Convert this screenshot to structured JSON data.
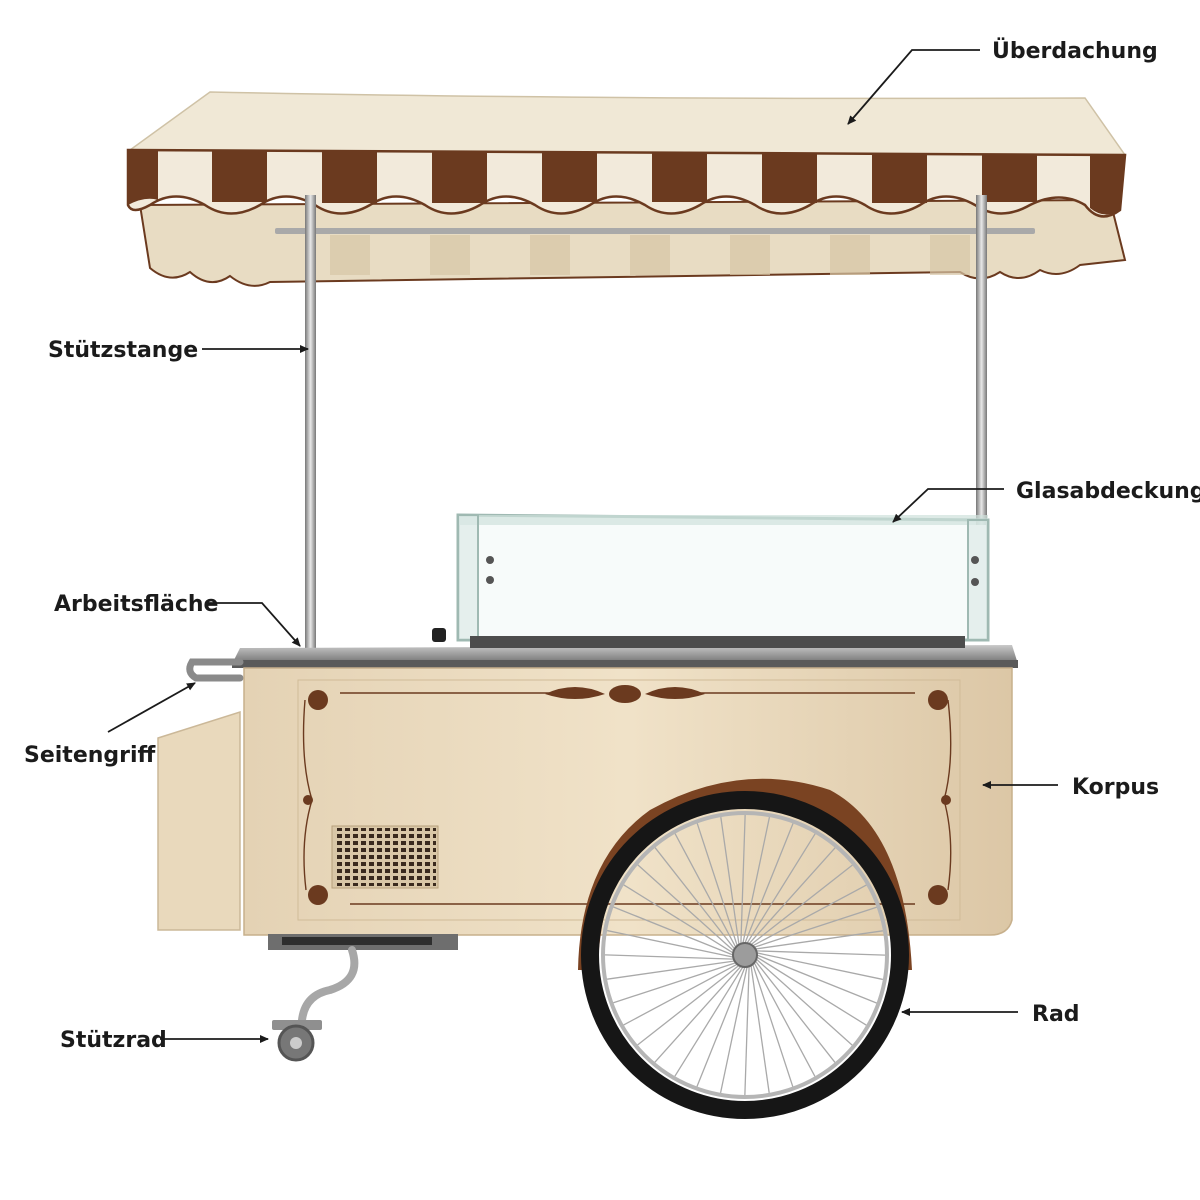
{
  "labels": {
    "canopy": "Überdachung",
    "support_pole": "Stützstange",
    "glass_cover": "Glasabdeckung",
    "work_surface": "Arbeitsfläche",
    "side_handle": "Seitengriff",
    "body": "Korpus",
    "wheel": "Rad",
    "caster": "Stützrad"
  },
  "colors": {
    "awning_cream": "#efe6d2",
    "awning_brown": "#6b3a1f",
    "body_cream": "#ecdcc0",
    "fender_brown": "#7a4322",
    "steel": "#9a9a9a",
    "label": "#1b1b1b"
  }
}
